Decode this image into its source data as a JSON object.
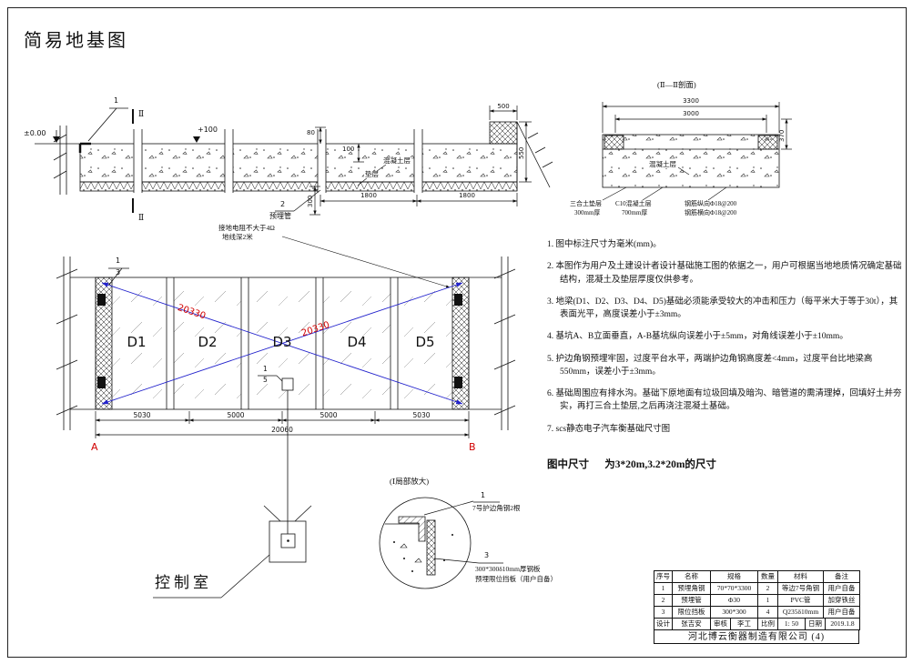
{
  "sheet": {
    "title": "简易地基图"
  },
  "cross_section": {
    "elev_zero": "±0.00",
    "callout_1": "1",
    "section_mark": "Ⅱ",
    "plus_100": "+100",
    "dim_80": "80",
    "dim_100": "100",
    "concrete_label": "混凝土层",
    "cushion_label": "垫层",
    "dim_1800_left": "1800",
    "dim_1800_right": "1800",
    "dim_500": "500",
    "dim_550": "550",
    "dim_300": "300",
    "pipe_no": "2",
    "pipe_label": "预埋管",
    "ground_note_1": "接地电阻不大于4Ω",
    "ground_note_2": "地线深2米"
  },
  "section_ii": {
    "title": "(Ⅱ—Ⅱ剖面)",
    "dim_3300": "3300",
    "dim_3000": "3000",
    "dim_370": "370",
    "concrete_label": "混凝土层",
    "callout_soil_1": "三合土垫层",
    "callout_soil_2": "300mm厚",
    "callout_c10_1": "C10混凝土层",
    "callout_c10_2": "700mm厚",
    "callout_rebar_1": "钢筋纵向Φ18@200",
    "callout_rebar_2": "钢筋横向Φ18@200"
  },
  "plan": {
    "modules": [
      "D1",
      "D2",
      "D3",
      "D4",
      "D5"
    ],
    "diag_dim_1": "20330",
    "diag_dim_2": "20330",
    "callout_top_a": "1",
    "callout_top_b": "3",
    "callout_mid_a": "1",
    "callout_mid_b": "5",
    "dim_1": "5030",
    "dim_2": "5000",
    "dim_3": "5000",
    "dim_4": "5030",
    "dim_total": "20060",
    "corner_a": "A",
    "corner_b": "B"
  },
  "control_room": {
    "label": "控制室"
  },
  "detail": {
    "title": "(Ⅰ局部放大)",
    "callout1_no": "1",
    "callout1_text": "7号护边角钢2根",
    "callout3_no": "3",
    "callout3_line1": "300*300δ10mm厚钢板",
    "callout3_line2": "预埋限位挡板（用户自备）"
  },
  "notes": [
    "1. 图中标注尺寸为毫米(mm)。",
    "2. 本图作为用户及土建设计者设计基础施工图的依据之一，用户可根据当地地质情况确定基础结构，混凝土及垫层厚度仅供参考。",
    "3. 地梁(D1、D2、D3、D4、D5)基础必须能承受较大的冲击和压力（每平米大于等于30t），其表面光平，高度误差小于±3mm。",
    "4. 基坑A、B立面垂直，A-B基坑纵向误差小于±5mm，对角线误差小于±10mm。",
    "5. 护边角钢预埋牢固，过度平台水平，两端护边角钢高度差<4mm，过度平台比地梁高550mm，误差小于±3mm。",
    "6. 基础周围应有排水沟。基础下原地面有垃圾回填及暗沟、暗管道的需清理掉，回填好土并夯实，再打三合土垫层,之后再浇注混凝土基础。",
    "7. scs静态电子汽车衡基础尺寸图"
  ],
  "size_note": "图中尺寸      为3*20m,3.2*20m的尺寸",
  "parts_table": {
    "headers": [
      "序号",
      "名称",
      "规格",
      "数量",
      "材料",
      "备注"
    ],
    "rows": [
      [
        "1",
        "预埋角钢",
        "70*70*3300",
        "2",
        "等边7号角钢",
        "用户自备"
      ],
      [
        "2",
        "预埋管",
        "Φ30",
        "1",
        "PVC管",
        "加穿铁丝"
      ],
      [
        "3",
        "限位挡板",
        "300*300",
        "4",
        "Q235δ10mm",
        "用户自备"
      ]
    ],
    "footer": [
      "设计",
      "张吉安",
      "审核",
      "李工",
      "比例",
      "1: 50",
      "日期",
      "2019.1.8"
    ],
    "company": "河北博云衡器制造有限公司 (4)"
  }
}
